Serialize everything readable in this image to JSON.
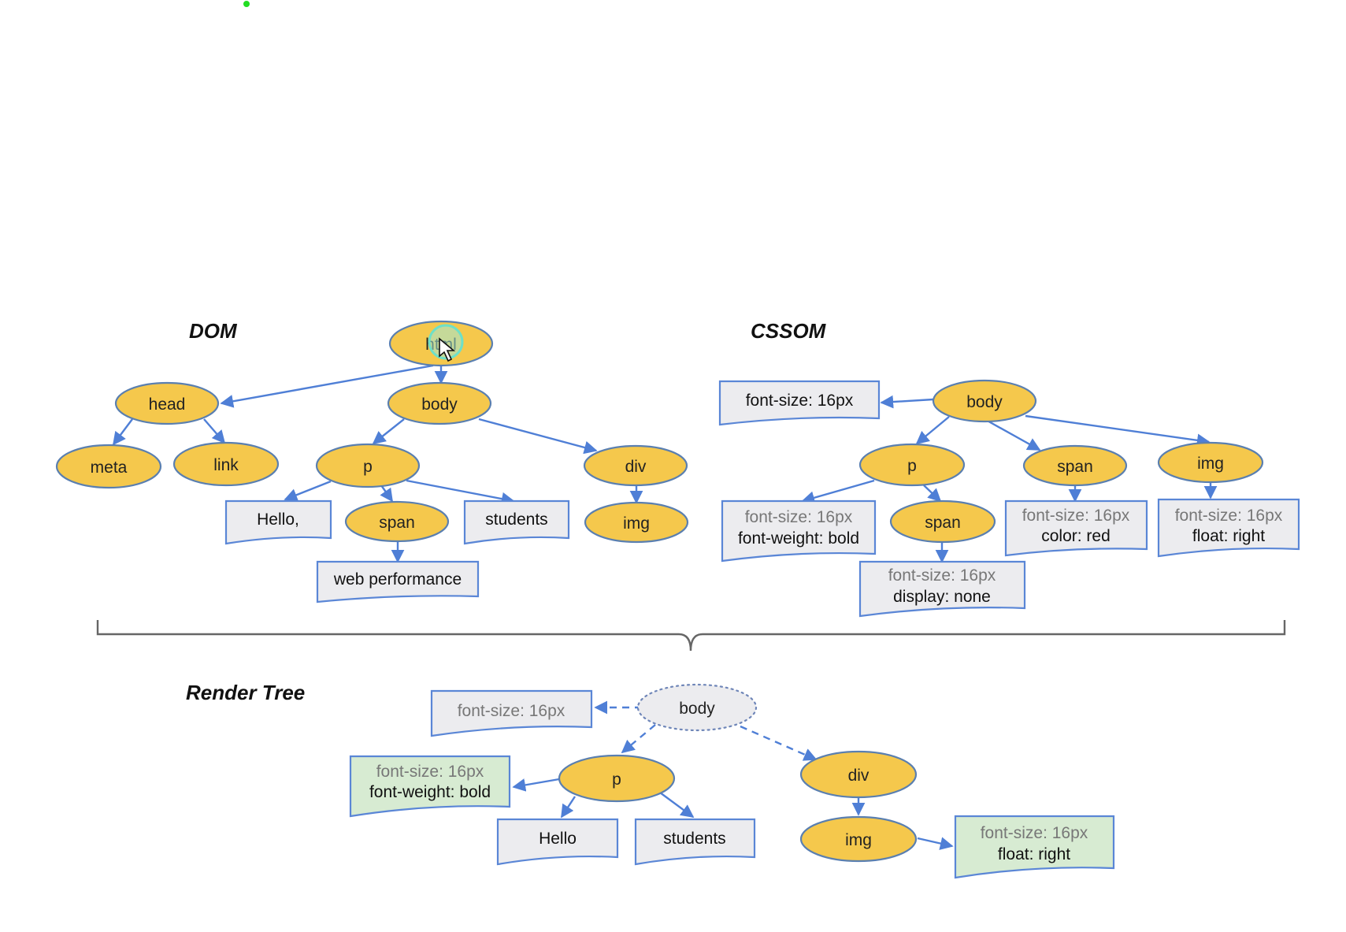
{
  "titles": {
    "dom": "DOM",
    "cssom": "CSSOM",
    "render_tree": "Render Tree"
  },
  "dom": {
    "html": "html",
    "head": "head",
    "body": "body",
    "meta": "meta",
    "link": "link",
    "p": "p",
    "div": "div",
    "hello": "Hello,",
    "span": "span",
    "students": "students",
    "img": "img",
    "web_performance": "web performance"
  },
  "cssom": {
    "body": "body",
    "body_style": "font-size: 16px",
    "p": "p",
    "span": "span",
    "img": "img",
    "p_style_1": "font-size: 16px",
    "p_style_2": "font-weight: bold",
    "span_child": "span",
    "span_style_1": "font-size: 16px",
    "span_style_2": "color: red",
    "img_style_1": "font-size: 16px",
    "img_style_2": "float: right",
    "span_child_style_1": "font-size: 16px",
    "span_child_style_2": "display: none"
  },
  "render_tree": {
    "body": "body",
    "body_style": "font-size: 16px",
    "p": "p",
    "div": "div",
    "p_style_1": "font-size: 16px",
    "p_style_2": "font-weight: bold",
    "hello": "Hello",
    "students": "students",
    "img": "img",
    "img_style_1": "font-size: 16px",
    "img_style_2": "float: right"
  },
  "colors": {
    "node_fill": "#f5c84c",
    "box_fill": "#ececef",
    "box_green": "#d7ebd2",
    "edge": "#4f7fd6"
  }
}
